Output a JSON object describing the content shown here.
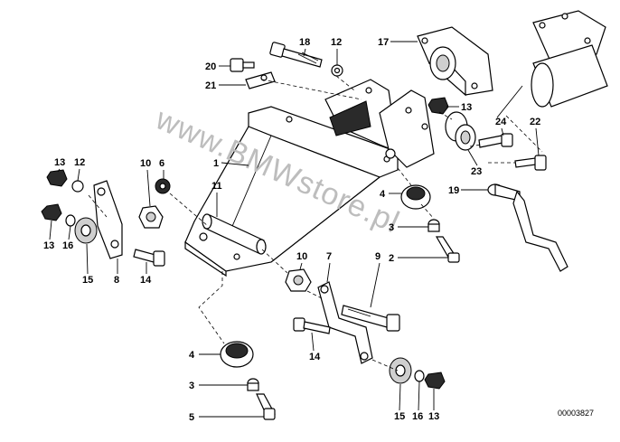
{
  "diagram": {
    "watermark": "www.BMWstore.pl",
    "diagram_number": "00003827",
    "callouts": [
      {
        "id": "c1",
        "label": "1"
      },
      {
        "id": "c2",
        "label": "2"
      },
      {
        "id": "c3a",
        "label": "3"
      },
      {
        "id": "c3b",
        "label": "3"
      },
      {
        "id": "c4a",
        "label": "4"
      },
      {
        "id": "c4b",
        "label": "4"
      },
      {
        "id": "c5",
        "label": "5"
      },
      {
        "id": "c6",
        "label": "6"
      },
      {
        "id": "c7",
        "label": "7"
      },
      {
        "id": "c8",
        "label": "8"
      },
      {
        "id": "c9",
        "label": "9"
      },
      {
        "id": "c10a",
        "label": "10"
      },
      {
        "id": "c10b",
        "label": "10"
      },
      {
        "id": "c11",
        "label": "11"
      },
      {
        "id": "c12a",
        "label": "12"
      },
      {
        "id": "c12b",
        "label": "12"
      },
      {
        "id": "c13a",
        "label": "13"
      },
      {
        "id": "c13b",
        "label": "13"
      },
      {
        "id": "c13c",
        "label": "13"
      },
      {
        "id": "c13d",
        "label": "13"
      },
      {
        "id": "c14a",
        "label": "14"
      },
      {
        "id": "c14b",
        "label": "14"
      },
      {
        "id": "c15a",
        "label": "15"
      },
      {
        "id": "c15b",
        "label": "15"
      },
      {
        "id": "c16a",
        "label": "16"
      },
      {
        "id": "c16b",
        "label": "16"
      },
      {
        "id": "c17",
        "label": "17"
      },
      {
        "id": "c18",
        "label": "18"
      },
      {
        "id": "c19",
        "label": "19"
      },
      {
        "id": "c20",
        "label": "20"
      },
      {
        "id": "c21",
        "label": "21"
      },
      {
        "id": "c22",
        "label": "22"
      },
      {
        "id": "c23",
        "label": "23"
      },
      {
        "id": "c24",
        "label": "24"
      }
    ]
  }
}
